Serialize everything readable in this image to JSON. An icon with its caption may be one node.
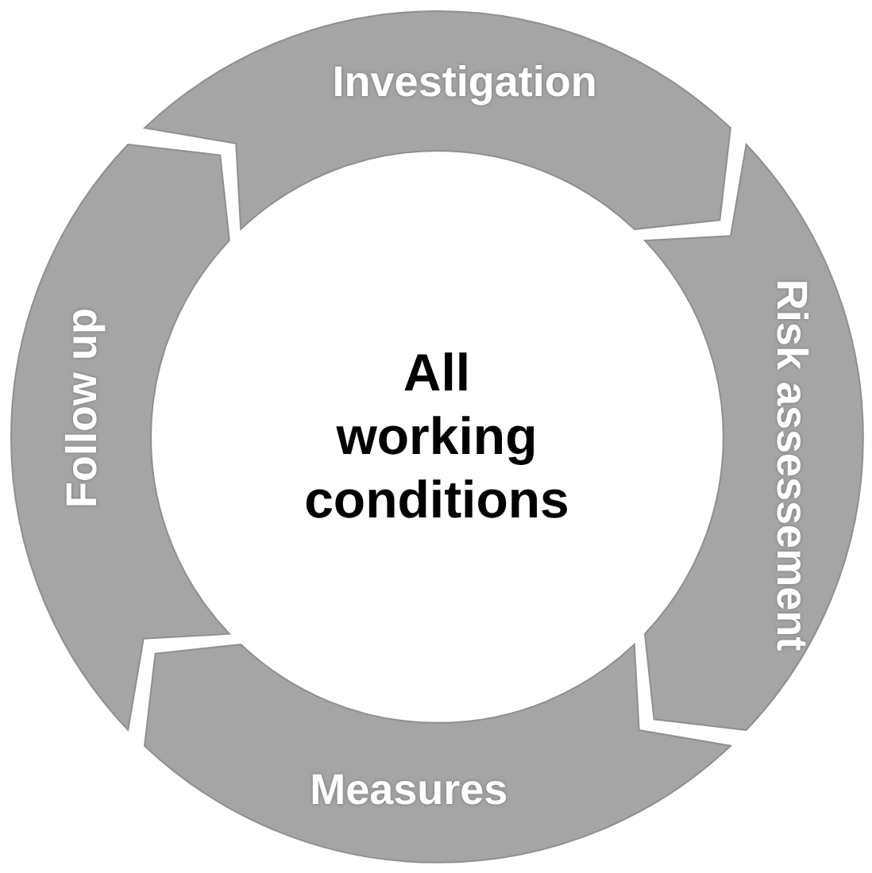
{
  "diagram": {
    "nodes": [
      {
        "text": [
          "Investigation"
        ]
      },
      {
        "text": [
          "Risk assessement"
        ]
      },
      {
        "text": [
          "Measures"
        ]
      },
      {
        "text": [
          "Follow up"
        ]
      },
      {
        "text": [
          "All working conditions"
        ]
      }
    ]
  }
}
